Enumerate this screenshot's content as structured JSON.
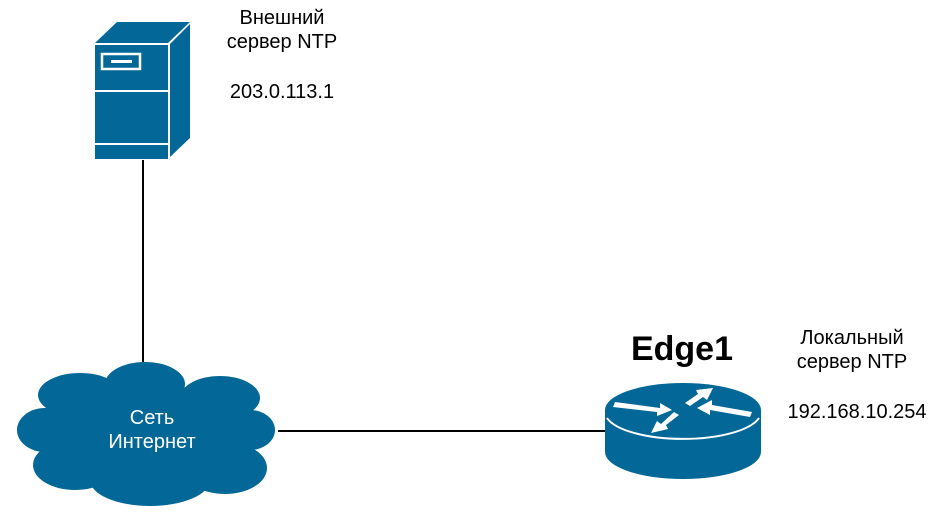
{
  "colors": {
    "device": "#036897",
    "line": "#000000"
  },
  "external_server": {
    "label_line1": "Внешний",
    "label_line2": "сервер NTP",
    "ip": "203.0.113.1",
    "icon": "server-icon"
  },
  "cloud": {
    "label_line1": "Сеть",
    "label_line2": "Интернет",
    "icon": "cloud-icon"
  },
  "router": {
    "name": "Edge1",
    "label_line1": "Локальный",
    "label_line2": "сервер NTP",
    "ip": "192.168.10.254",
    "icon": "router-icon"
  }
}
